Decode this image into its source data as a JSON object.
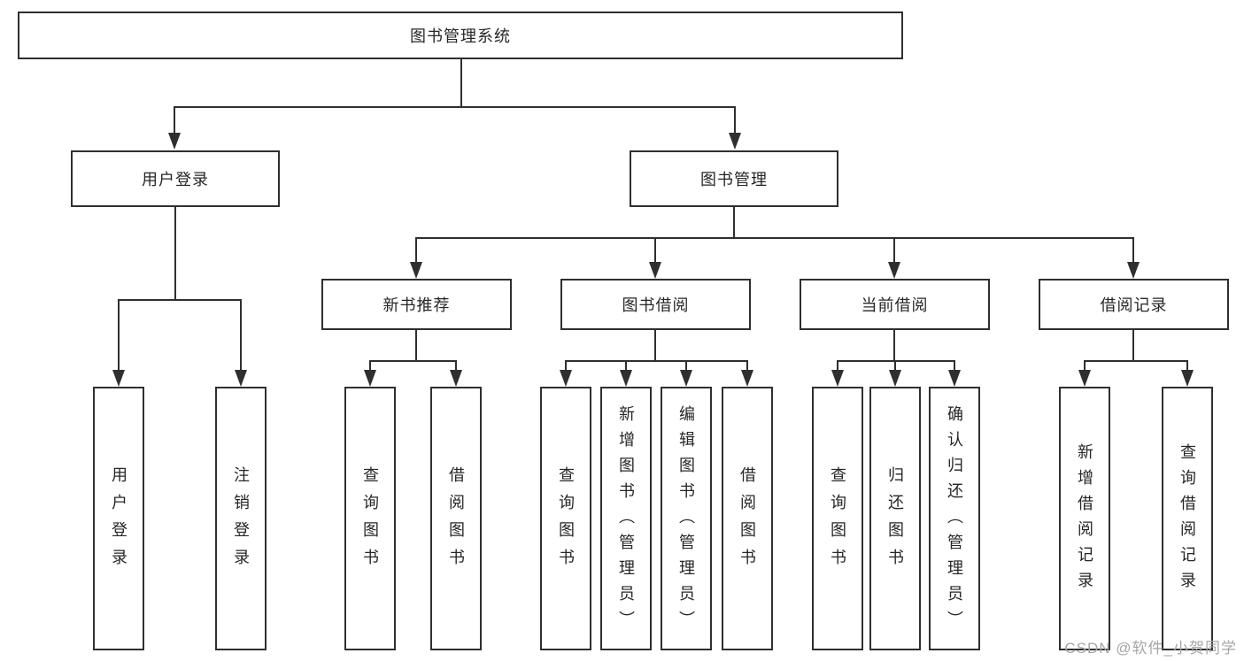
{
  "diagram": {
    "root": {
      "label": "图书管理系统"
    },
    "level2": [
      {
        "label": "用户登录"
      },
      {
        "label": "图书管理"
      }
    ],
    "level3": [
      {
        "label": "新书推荐"
      },
      {
        "label": "图书借阅"
      },
      {
        "label": "当前借阅"
      },
      {
        "label": "借阅记录"
      }
    ],
    "leaves": {
      "user_login_group": [
        {
          "label": "用户登录"
        },
        {
          "label": "注销登录"
        }
      ],
      "new_book_group": [
        {
          "label": "查询图书"
        },
        {
          "label": "借阅图书"
        }
      ],
      "book_borrow_group": [
        {
          "label": "查询图书"
        },
        {
          "label": "新增图书（管理员）"
        },
        {
          "label": "编辑图书（管理员）"
        },
        {
          "label": "借阅图书"
        }
      ],
      "current_borrow_group": [
        {
          "label": "查询图书"
        },
        {
          "label": "归还图书"
        },
        {
          "label": "确认归还（管理员）"
        }
      ],
      "borrow_record_group": [
        {
          "label": "新增借阅记录"
        },
        {
          "label": "查询借阅记录"
        }
      ]
    }
  },
  "watermark": {
    "text": "CSDN @软件_小贺同学"
  },
  "colors": {
    "line": "#2f2f2f",
    "text": "#262626",
    "background": "#ffffff",
    "watermark": "#a6a6a6"
  }
}
